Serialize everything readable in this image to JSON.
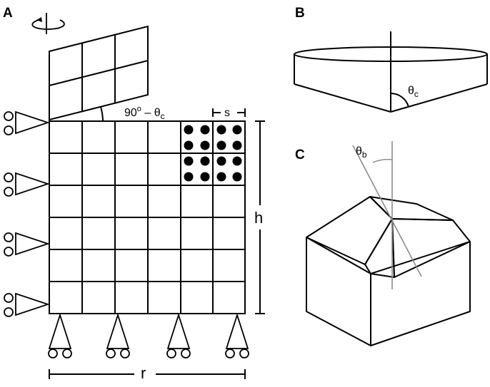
{
  "panels": {
    "a": {
      "letter": "A"
    },
    "b": {
      "letter": "B"
    },
    "c": {
      "letter": "C"
    }
  },
  "labels": {
    "angle_a_prefix": "90",
    "angle_a_degree": "o",
    "angle_a_minus": " – θ",
    "angle_a_sub": "c",
    "s": "s",
    "h": "h",
    "r": "r",
    "theta_c_main": "θ",
    "theta_c_sub": "c",
    "theta_b_main": "θ",
    "theta_b_sub": "b"
  },
  "colors": {
    "stroke": "#000000",
    "axis_gray": "#8c8c8c",
    "background": "#ffffff"
  }
}
